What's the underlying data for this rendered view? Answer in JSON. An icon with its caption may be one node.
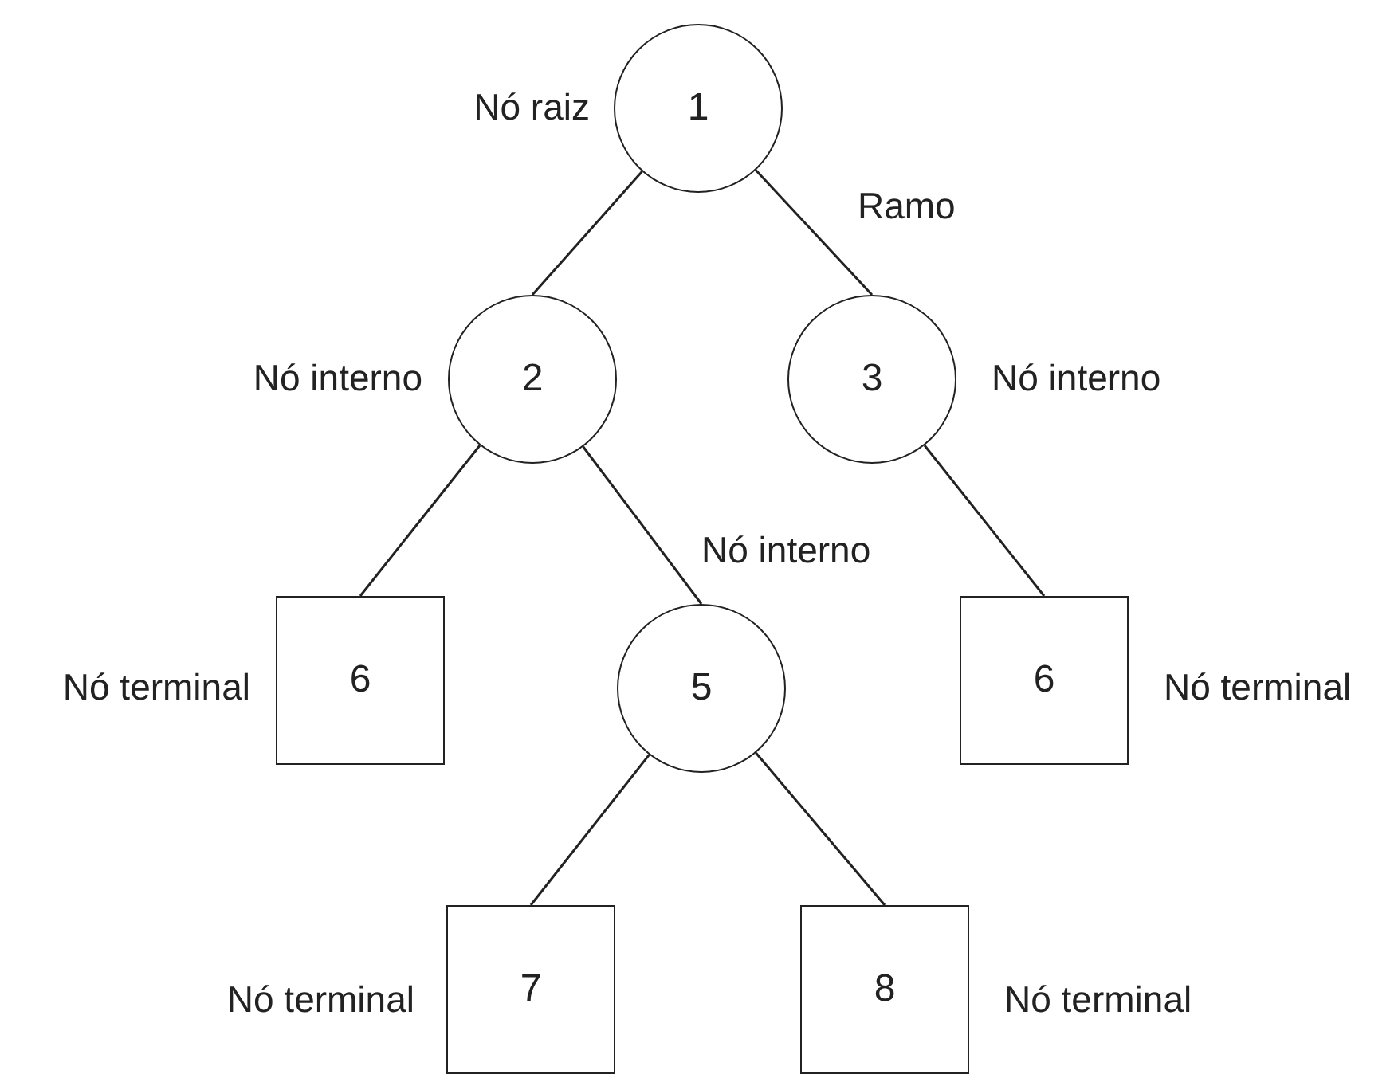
{
  "diagram": {
    "nodes": [
      {
        "text": [
          "1"
        ],
        "beside": [
          "Nó raiz"
        ]
      },
      {
        "text": [
          "2"
        ],
        "beside": [
          "Nó interno"
        ]
      },
      {
        "text": [
          "3"
        ],
        "beside": [
          "Nó interno"
        ]
      },
      {
        "text": [
          "6"
        ],
        "beside": [
          "Nó terminal"
        ]
      },
      {
        "text": [
          "5"
        ],
        "beside": [
          "Nó interno"
        ]
      },
      {
        "text": [
          "6"
        ],
        "beside": [
          "Nó terminal"
        ]
      },
      {
        "text": [
          "7"
        ],
        "beside": [
          "Nó terminal"
        ]
      },
      {
        "text": [
          "8"
        ],
        "beside": [
          "Nó terminal"
        ]
      }
    ],
    "edges": [
      {
        "from": 0,
        "to": 1,
        "arrow": "none"
      },
      {
        "from": 0,
        "to": 2,
        "arrow": "none",
        "label": "Ramo"
      },
      {
        "from": 1,
        "to": 3,
        "arrow": "none"
      },
      {
        "from": 1,
        "to": 4,
        "arrow": "none"
      },
      {
        "from": 2,
        "to": 5,
        "arrow": "none"
      },
      {
        "from": 4,
        "to": 6,
        "arrow": "none"
      },
      {
        "from": 4,
        "to": 7,
        "arrow": "none"
      }
    ]
  }
}
